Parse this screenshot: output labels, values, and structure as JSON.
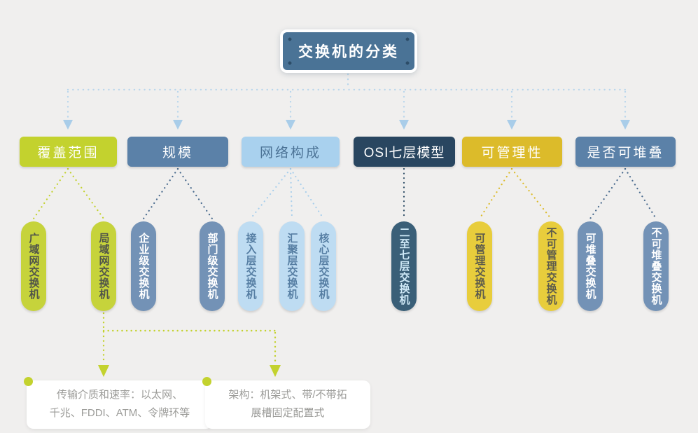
{
  "title": "交换机的分类",
  "root": {
    "label": "交换机的分类",
    "bg": "#4a7396",
    "text_color": "#ffffff"
  },
  "categories": [
    {
      "label": "覆盖范围",
      "color": "#c3d22e",
      "children": [
        {
          "label": "广域网交换机"
        },
        {
          "label": "局域网交换机"
        }
      ]
    },
    {
      "label": "规模",
      "color": "#5b81a8",
      "children": [
        {
          "label": "企业级交换机"
        },
        {
          "label": "部门级交换机"
        }
      ]
    },
    {
      "label": "网络构成",
      "color": "#a9d1ee",
      "children": [
        {
          "label": "接入层交换机"
        },
        {
          "label": "汇聚层交换机"
        },
        {
          "label": "核心层交换机"
        }
      ]
    },
    {
      "label": "OSI七层模型",
      "color": "#294660",
      "children": [
        {
          "label": "二至七层交换机"
        }
      ]
    },
    {
      "label": "可管理性",
      "color": "#dcbb2a",
      "children": [
        {
          "label": "可管理交换机"
        },
        {
          "label": "不可管理交换机"
        }
      ]
    },
    {
      "label": "是否可堆叠",
      "color": "#5b81a8",
      "children": [
        {
          "label": "可堆叠交换机"
        },
        {
          "label": "不可堆叠交换机"
        }
      ]
    }
  ],
  "notes": [
    {
      "line1": "传输介质和速率：以太网、",
      "line2": "千兆、FDDI、ATM、令牌环等"
    },
    {
      "line1": "架构：机架式、带/不带拓",
      "line2": "展槽固定配置式"
    }
  ],
  "colors": {
    "background": "#f0efee",
    "trunk_line": "#b9d6ec",
    "trunk_arrow": "#a9cde9",
    "fan_green": "#c3d22e",
    "fan_slate": "#4a6b8e",
    "fan_lightblue": "#a9cfec",
    "fan_navy": "#2e4d66",
    "fan_gold": "#dcbb2a",
    "note_path": "#c3d22e"
  }
}
